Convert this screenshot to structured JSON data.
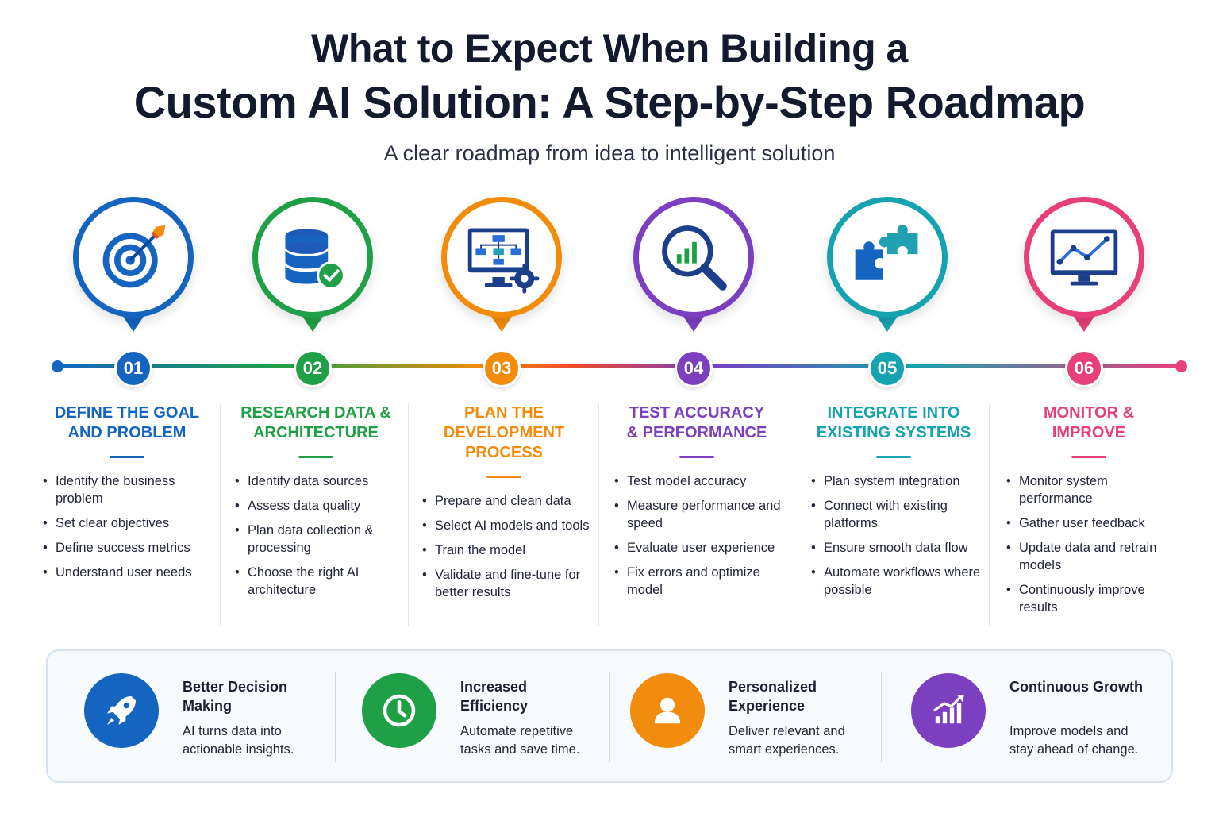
{
  "header": {
    "title_line1": "What to Expect When Building a",
    "title_line2": "Custom AI Solution: A Step-by-Step Roadmap",
    "subtitle": "A clear roadmap from idea to intelligent solution"
  },
  "steps": [
    {
      "number": "01",
      "title": "DEFINE THE GOAL AND PROBLEM",
      "color": "#1565c0",
      "icon": "target-icon",
      "bullets": [
        "Identify the business problem",
        "Set clear objectives",
        "Define success metrics",
        "Understand user needs"
      ]
    },
    {
      "number": "02",
      "title": "RESEARCH DATA & ARCHITECTURE",
      "color": "#20a046",
      "icon": "database-check-icon",
      "bullets": [
        "Identify data sources",
        "Assess data quality",
        "Plan data collection & processing",
        "Choose the right AI architecture"
      ]
    },
    {
      "number": "03",
      "title": "PLAN THE DEVELOPMENT PROCESS",
      "color": "#f28c0c",
      "icon": "monitor-flowchart-gear-icon",
      "bullets": [
        "Prepare and clean data",
        "Select AI models and tools",
        "Train the model",
        "Validate and fine-tune for better results"
      ]
    },
    {
      "number": "04",
      "title": "TEST ACCURACY & PERFORMANCE",
      "color": "#7b3fbf",
      "icon": "magnifier-chart-icon",
      "bullets": [
        "Test model accuracy",
        "Measure performance and speed",
        "Evaluate user experience",
        "Fix errors and optimize model"
      ]
    },
    {
      "number": "05",
      "title": "INTEGRATE INTO EXISTING SYSTEMS",
      "color": "#15a3b0",
      "icon": "puzzle-icon",
      "bullets": [
        "Plan system integration",
        "Connect with existing platforms",
        "Ensure smooth data flow",
        "Automate workflows where possible"
      ]
    },
    {
      "number": "06",
      "title": "MONITOR & IMPROVE",
      "color": "#e83e7a",
      "icon": "monitor-line-chart-icon",
      "bullets": [
        "Monitor system performance",
        "Gather user feedback",
        "Update data and retrain models",
        "Continuously improve results"
      ]
    }
  ],
  "benefits": [
    {
      "title": "Better Decision Making",
      "desc": "AI turns data into actionable insights.",
      "color": "#1565c0",
      "icon": "rocket-icon"
    },
    {
      "title": "Increased Efficiency",
      "desc": "Automate repetitive tasks and save time.",
      "color": "#20a046",
      "icon": "clock-icon"
    },
    {
      "title": "Personalized Experience",
      "desc": "Deliver relevant and smart experiences.",
      "color": "#f28c0c",
      "icon": "user-icon"
    },
    {
      "title": "Continuous Growth",
      "desc": "Improve models and stay ahead of change.",
      "color": "#7b3fbf",
      "icon": "growth-chart-icon"
    }
  ]
}
